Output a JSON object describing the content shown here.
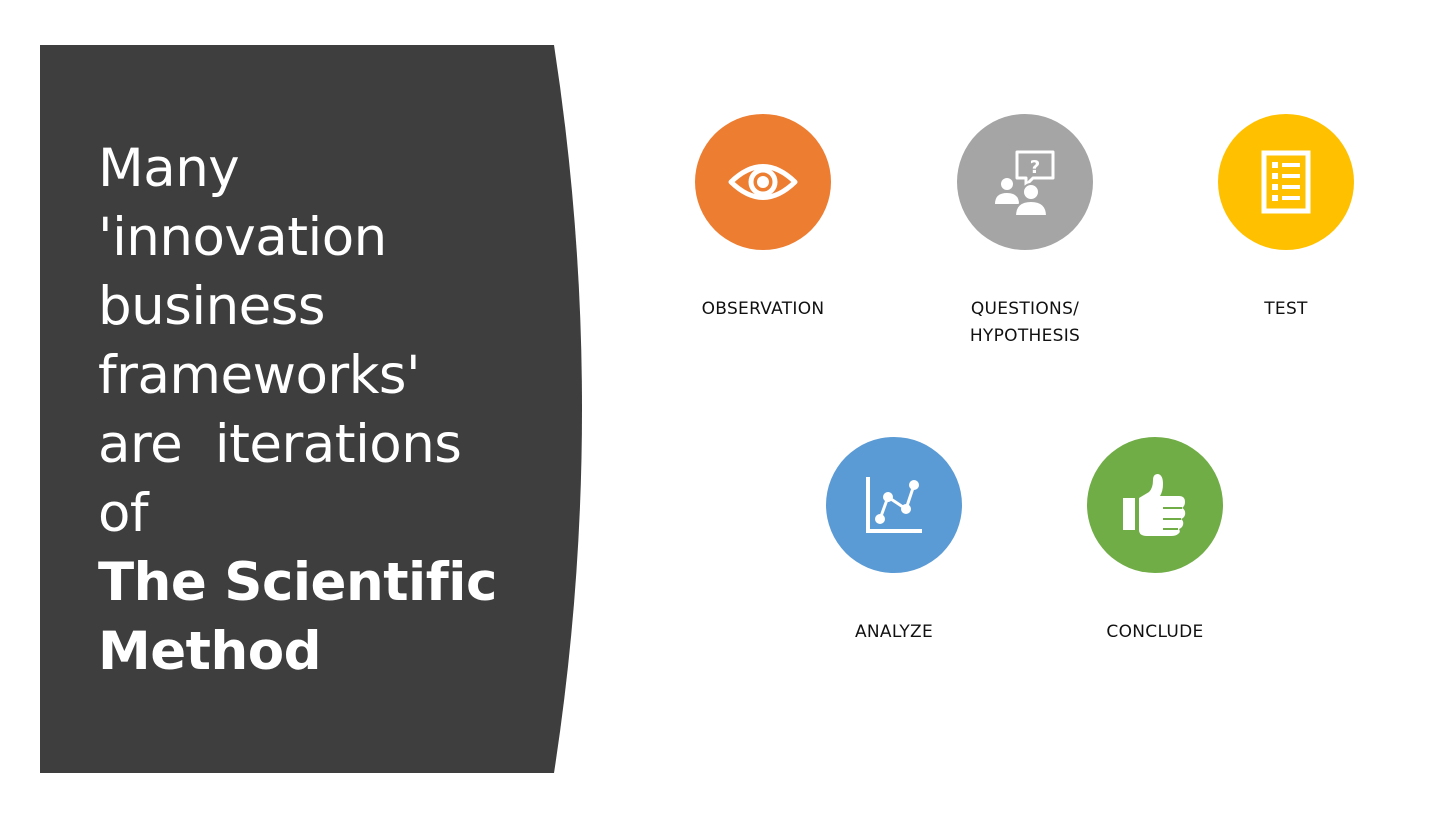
{
  "slide": {
    "headline": {
      "lines": [
        "Many",
        "'innovation",
        "business",
        "frameworks'",
        "are  iterations",
        "of"
      ],
      "emphasis": [
        "The Scientific",
        "Method"
      ]
    },
    "panel_color": "#3e3e3e",
    "steps": [
      {
        "label_lines": [
          "OBSERVATION"
        ],
        "icon": "eye-icon",
        "color": "#ed7d31"
      },
      {
        "label_lines": [
          "QUESTIONS/",
          "HYPOTHESIS"
        ],
        "icon": "people-question-icon",
        "color": "#a5a5a5"
      },
      {
        "label_lines": [
          "TEST"
        ],
        "icon": "checklist-icon",
        "color": "#ffc000"
      },
      {
        "label_lines": [
          "ANALYZE"
        ],
        "icon": "line-chart-icon",
        "color": "#5b9bd5"
      },
      {
        "label_lines": [
          "CONCLUDE"
        ],
        "icon": "thumbs-up-icon",
        "color": "#70ad47"
      }
    ]
  }
}
